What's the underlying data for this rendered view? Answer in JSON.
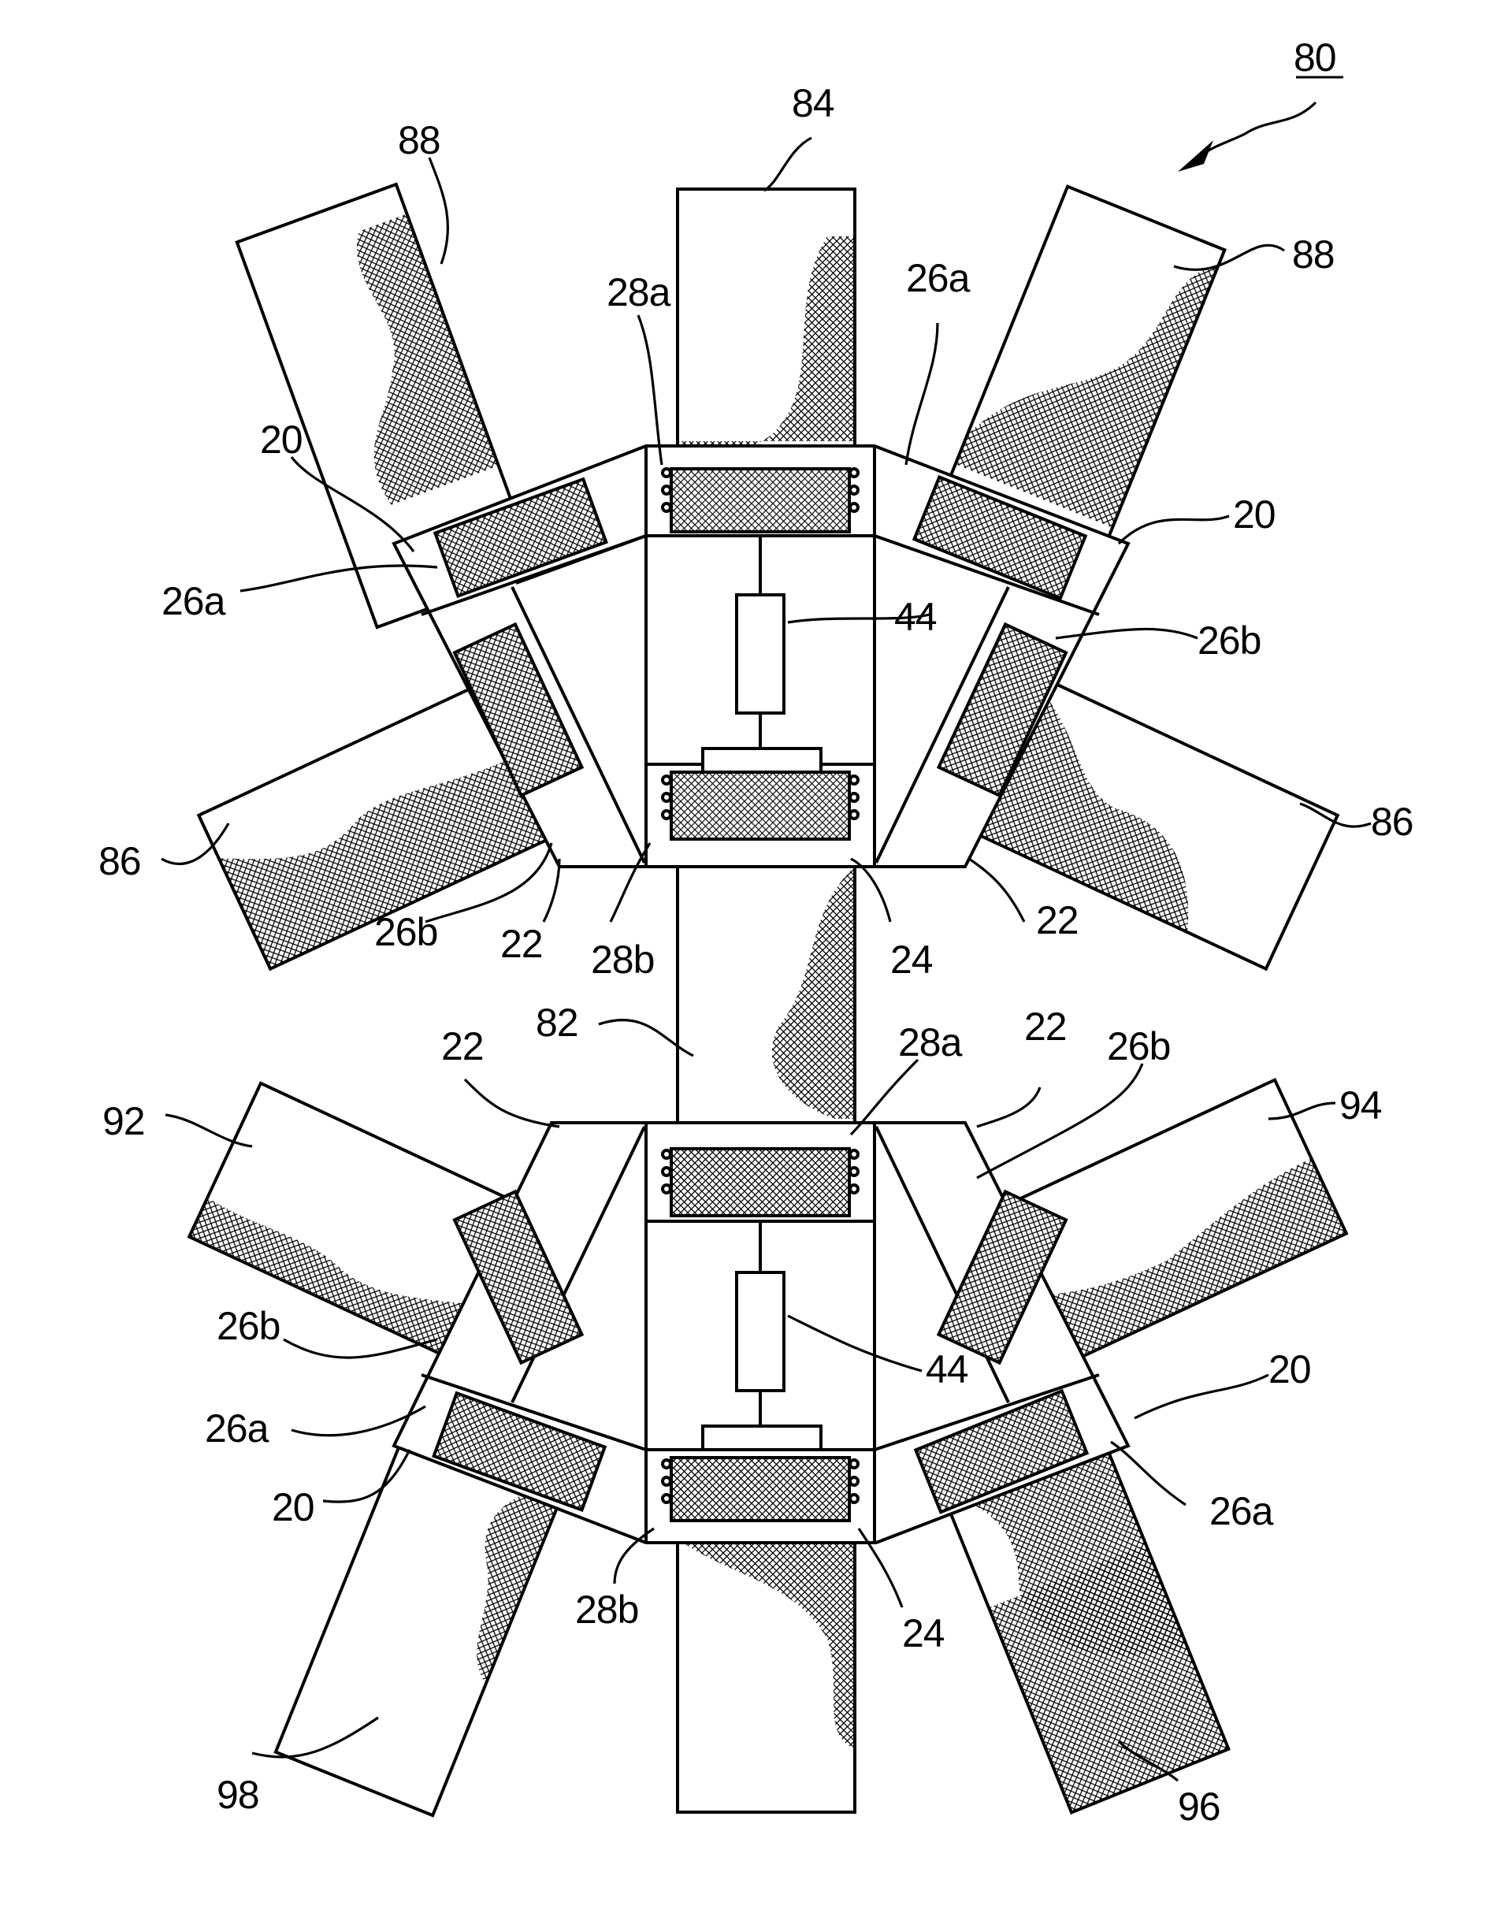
{
  "figure": {
    "labels": {
      "ref_80": "80",
      "ref_84": "84",
      "ref_88_left": "88",
      "ref_88_right": "88",
      "ref_28a_top": "28a",
      "ref_26a_top_right": "26a",
      "ref_20_top_left": "20",
      "ref_20_top_right": "20",
      "ref_26a_top_left": "26a",
      "ref_44_top": "44",
      "ref_26b_top_right": "26b",
      "ref_86_left": "86",
      "ref_86_right": "86",
      "ref_26b_top_left": "26b",
      "ref_22_top_left": "22",
      "ref_28b_top": "28b",
      "ref_24_top": "24",
      "ref_22_top_right": "22",
      "ref_82": "82",
      "ref_22_bottom_left": "22",
      "ref_28a_bottom": "28a",
      "ref_22_bottom_right": "22",
      "ref_26b_bottom_right": "26b",
      "ref_92": "92",
      "ref_94": "94",
      "ref_26b_bottom_left": "26b",
      "ref_44_bottom": "44",
      "ref_20_bottom_right": "20",
      "ref_26a_bottom_left": "26a",
      "ref_20_bottom_left": "20",
      "ref_26a_bottom_right": "26a",
      "ref_28b_bottom": "28b",
      "ref_24_bottom": "24",
      "ref_98": "98",
      "ref_96": "96"
    }
  }
}
